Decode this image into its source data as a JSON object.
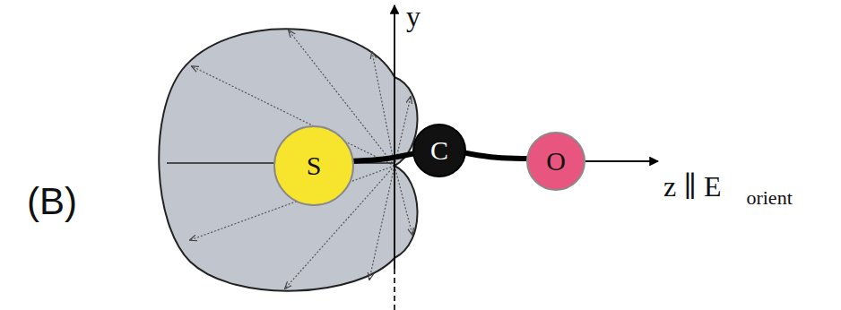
{
  "diagram": {
    "nodes": [
      {
        "text": [
          "S"
        ]
      },
      {
        "text": [
          "C"
        ]
      },
      {
        "text": [
          "O"
        ]
      }
    ],
    "edges": [
      {
        "from": 0,
        "to": 1,
        "arrow": "none"
      },
      {
        "from": 1,
        "to": 2,
        "arrow": "none"
      }
    ],
    "labels": [
      "(B)",
      "y",
      "z ∥ E⃗",
      "orient"
    ]
  }
}
